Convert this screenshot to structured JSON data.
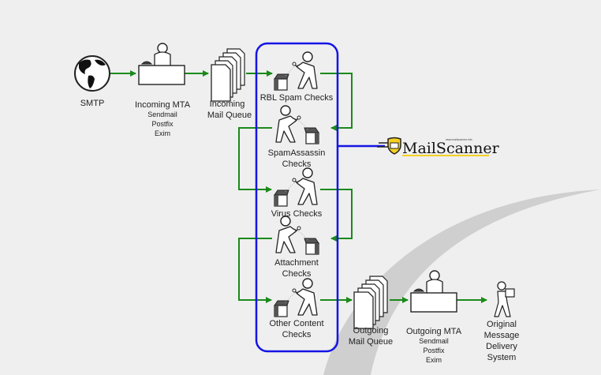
{
  "colors": {
    "background": "#efefef",
    "flow_arrow": "#1a8a1a",
    "mailscanner_frame": "#1414e6",
    "swoosh": "#cfcfcf",
    "logo_accent": "#f5d020"
  },
  "nodes": {
    "smtp": {
      "label": "SMTP",
      "icon": "globe-icon"
    },
    "incoming_mta": {
      "label": "Incoming MTA",
      "sublabels": [
        "Sendmail",
        "Postfix",
        "Exim"
      ],
      "icon": "desk-operator-icon"
    },
    "incoming_queue": {
      "label_lines": [
        "Incoming",
        "Mail Queue"
      ],
      "icon": "document-stack-icon"
    },
    "outgoing_queue": {
      "label_lines": [
        "Outgoing",
        "Mail Queue"
      ],
      "icon": "document-stack-icon"
    },
    "outgoing_mta": {
      "label": "Outgoing MTA",
      "sublabels": [
        "Sendmail",
        "Postfix",
        "Exim"
      ],
      "icon": "desk-operator-icon"
    },
    "delivery": {
      "label_lines": [
        "Original",
        "Message",
        "Delivery",
        "System"
      ],
      "icon": "courier-person-icon"
    }
  },
  "checks": [
    {
      "label_lines": [
        "RBL Spam Checks"
      ]
    },
    {
      "label_lines": [
        "SpamAssassin",
        "Checks"
      ]
    },
    {
      "label_lines": [
        "Virus Checks"
      ]
    },
    {
      "label_lines": [
        "Attachment",
        "Checks"
      ]
    },
    {
      "label_lines": [
        "Other Content",
        "Checks"
      ]
    }
  ],
  "logo": {
    "text": "MailScanner",
    "url_text": "www.mailscanner.info"
  }
}
